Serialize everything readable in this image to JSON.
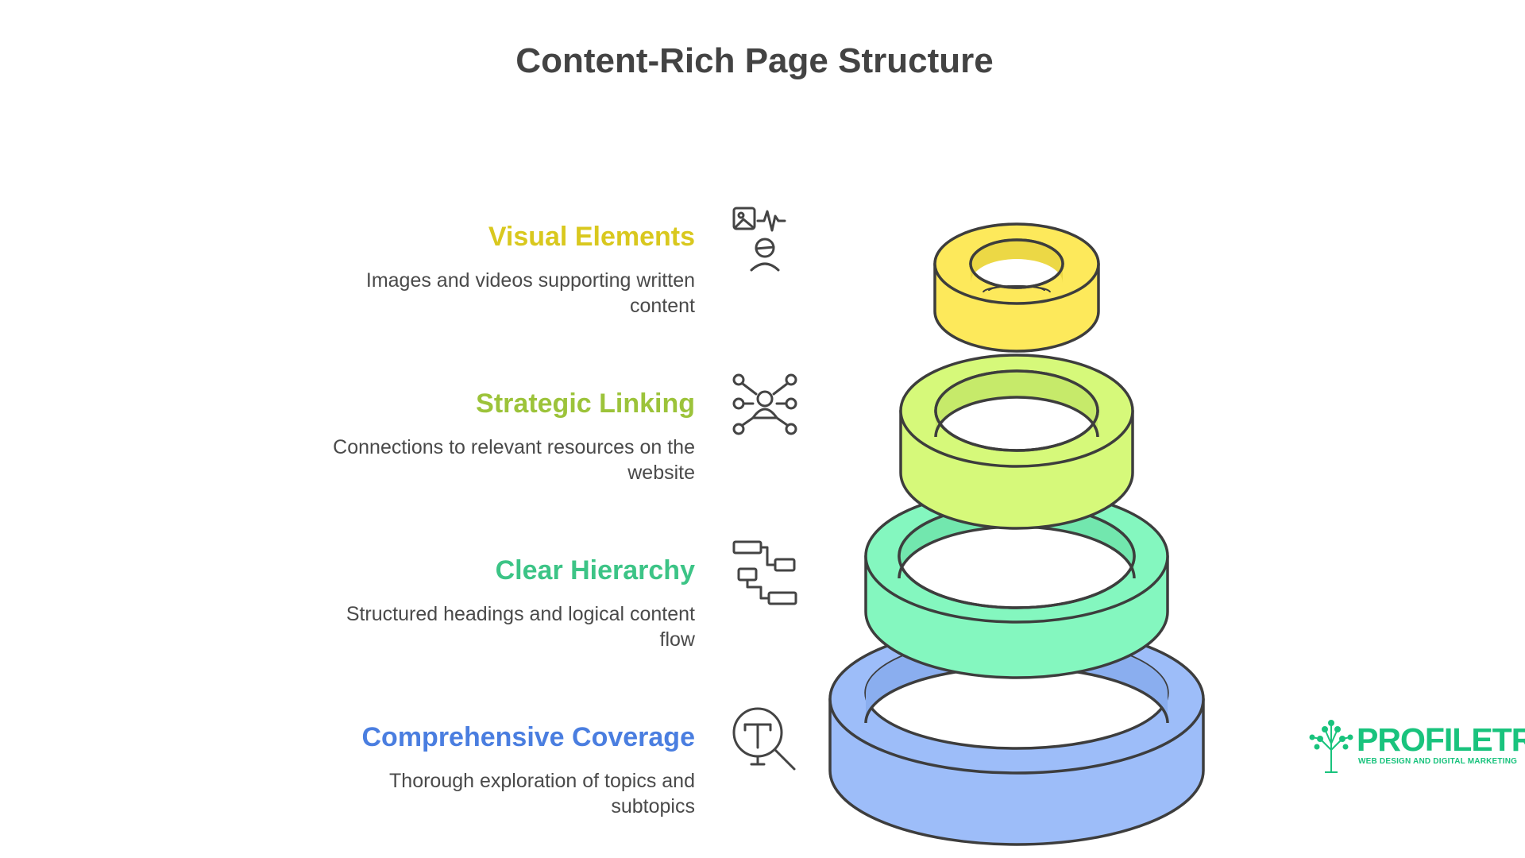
{
  "title": "Content-Rich Page Structure",
  "items": [
    {
      "title": "Visual Elements",
      "description_line1": "Images and videos supporting written",
      "description_line2": "content",
      "color": "#d9c81e",
      "ring_color": "#fde95b",
      "icon": "image-audio-person-icon"
    },
    {
      "title": "Strategic Linking",
      "description_line1": "Connections to relevant resources on the",
      "description_line2": "website",
      "color": "#9cc33a",
      "ring_color": "#d6f97a",
      "icon": "network-person-icon"
    },
    {
      "title": "Clear Hierarchy",
      "description_line1": "Structured headings and logical content",
      "description_line2": "flow",
      "color": "#3cc486",
      "ring_color": "#84f7bf",
      "icon": "hierarchy-tree-icon"
    },
    {
      "title": "Comprehensive Coverage",
      "description_line1": "Thorough exploration of topics and",
      "description_line2": "subtopics",
      "color": "#4a7ee0",
      "ring_color": "#9dbdf9",
      "icon": "text-search-icon"
    }
  ],
  "logo": {
    "name": "PROFILETREE",
    "tagline": "WEB DESIGN AND DIGITAL MARKETING",
    "color": "#19c37d"
  }
}
